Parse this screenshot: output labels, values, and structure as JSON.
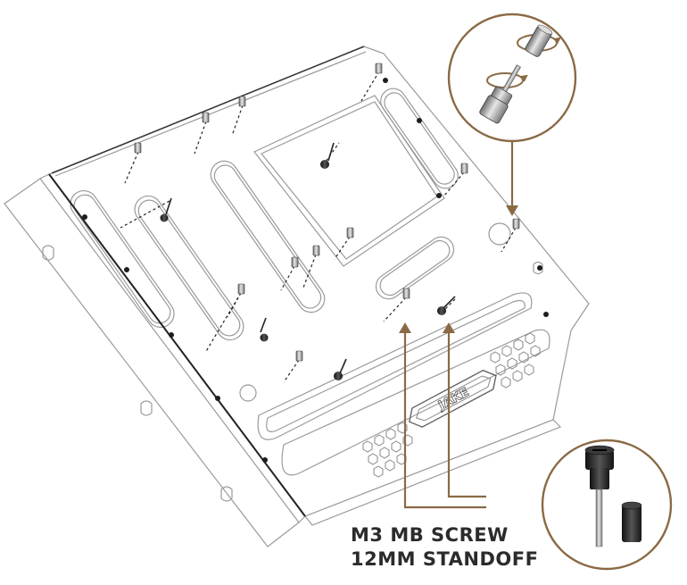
{
  "labels": {
    "line1": "M3 MB SCREW",
    "line2": "12MM STANDOFF"
  },
  "logo_text": "JAKE",
  "colors": {
    "callout": "#8a6a45",
    "outline": "#9a9a9a",
    "dark": "#2a2a2a",
    "text": "#2b2b2b"
  },
  "icons": {
    "rotate": "rotate-arrows-icon",
    "screw": "screw-icon",
    "standoff": "standoff-icon"
  }
}
